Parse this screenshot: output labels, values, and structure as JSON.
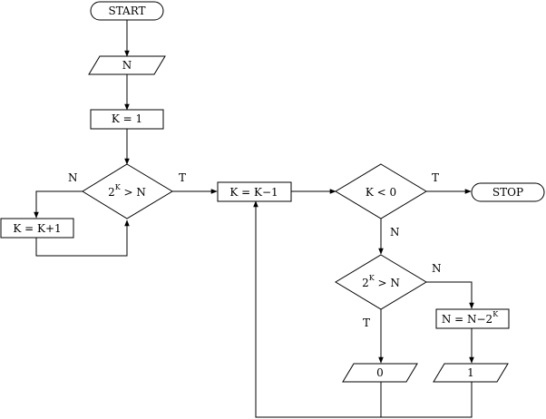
{
  "nodes": {
    "start": "START",
    "input_n": "N",
    "init_k": "K = 1",
    "cond1": {
      "base": "2",
      "exp": "K",
      "rest": " > N"
    },
    "inc_k": "K = K+1",
    "dec_k": "K = K−1",
    "cond2": "K < 0",
    "stop": "STOP",
    "cond3": {
      "base": "2",
      "exp": "K",
      "rest": " > N"
    },
    "update_n": {
      "text": "N = N−2",
      "exp": "K"
    },
    "out0": "0",
    "out1": "1"
  },
  "edge_labels": {
    "cond1_false": "N",
    "cond1_true": "T",
    "cond2_true": "T",
    "cond2_false": "N",
    "cond3_false": "N",
    "cond3_true": "T"
  }
}
